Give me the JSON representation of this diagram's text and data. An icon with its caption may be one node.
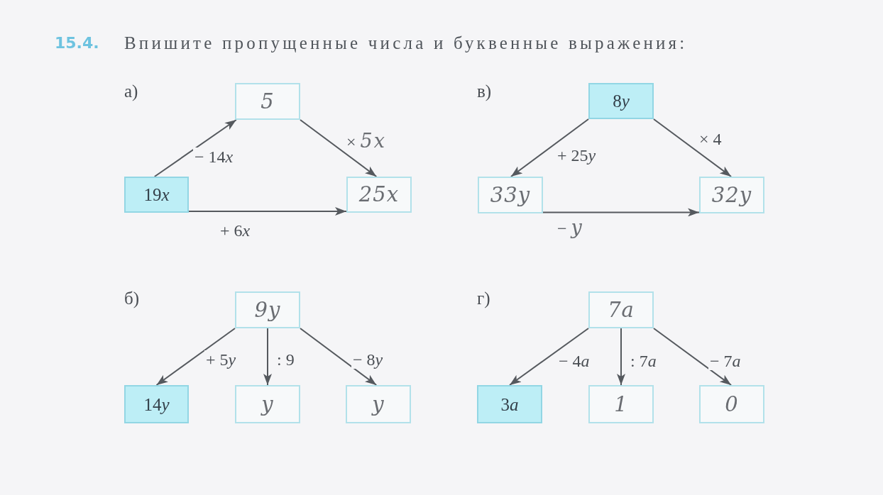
{
  "diagram": {
    "title": "Впишите пропущенные числа и буквенные выражения:",
    "nodes": [
      {
        "text": [
          "19x"
        ]
      },
      {
        "text": [
          "5"
        ]
      },
      {
        "text": [
          "25x"
        ]
      },
      {
        "text": [
          "8y"
        ]
      },
      {
        "text": [
          "33y"
        ]
      },
      {
        "text": [
          "32y"
        ]
      },
      {
        "text": [
          "9y"
        ]
      },
      {
        "text": [
          "14y"
        ]
      },
      {
        "text": [
          "y"
        ]
      },
      {
        "text": [
          "y"
        ]
      },
      {
        "text": [
          "7a"
        ]
      },
      {
        "text": [
          "3a"
        ]
      },
      {
        "text": [
          "1"
        ]
      },
      {
        "text": [
          "0"
        ]
      }
    ],
    "edges": [
      {
        "from": 0,
        "to": 1,
        "arrow": "to",
        "label": "− 14x"
      },
      {
        "from": 1,
        "to": 2,
        "arrow": "to",
        "label": "× 5x"
      },
      {
        "from": 0,
        "to": 2,
        "arrow": "to",
        "label": "+ 6x"
      },
      {
        "from": 3,
        "to": 4,
        "arrow": "to",
        "label": "+ 25y"
      },
      {
        "from": 3,
        "to": 5,
        "arrow": "to",
        "label": "× 4"
      },
      {
        "from": 4,
        "to": 5,
        "arrow": "to",
        "label": "− y"
      },
      {
        "from": 6,
        "to": 7,
        "arrow": "to",
        "label": "+ 5y"
      },
      {
        "from": 6,
        "to": 8,
        "arrow": "to",
        "label": ": 9"
      },
      {
        "from": 6,
        "to": 9,
        "arrow": "to",
        "label": "− 8y"
      },
      {
        "from": 10,
        "to": 11,
        "arrow": "to",
        "label": "− 4a"
      },
      {
        "from": 10,
        "to": 12,
        "arrow": "to",
        "label": ": 7a"
      },
      {
        "from": 10,
        "to": 13,
        "arrow": "to",
        "label": "− 7a"
      }
    ],
    "labels": [
      "15.4.",
      "а)",
      "в)",
      "б)",
      "г)"
    ]
  }
}
